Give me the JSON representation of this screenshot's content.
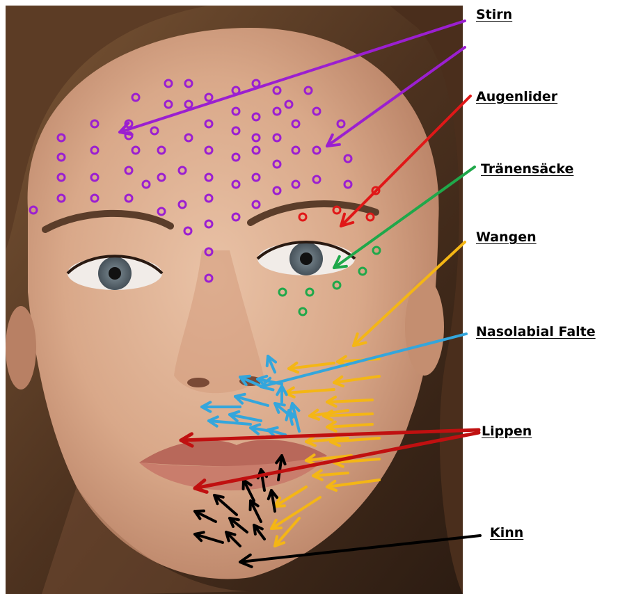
{
  "labels": {
    "stirn": "Stirn",
    "augenlider": "Augenlider",
    "traenensaecke": "Tränensäcke",
    "wangen": "Wangen",
    "nasolabial": "Nasolabial Falte",
    "lippen": "Lippen",
    "kinn": "Kinn"
  },
  "colors": {
    "stirn": "#9b1fd0",
    "augenlider": "#e01818",
    "traenensaecke": "#1fa84a",
    "wangen": "#f4b615",
    "nasolabial": "#34a6dc",
    "lippen": "#c01010",
    "kinn": "#000000"
  },
  "photo_description_icon": "face-photo"
}
